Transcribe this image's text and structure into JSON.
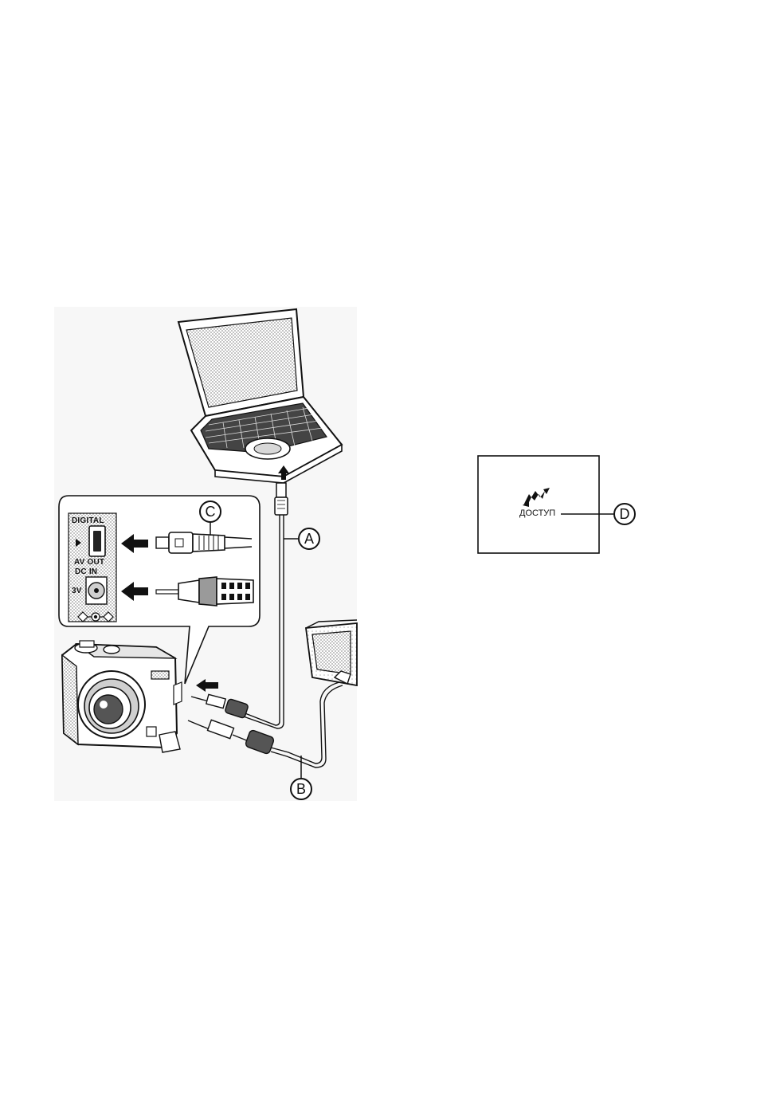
{
  "callouts": {
    "a": "A",
    "b": "B",
    "c": "C",
    "d": "D"
  },
  "camera_panel": {
    "digital_label": "DIGITAL",
    "av_out_label": "AV OUT",
    "dc_in_label": "DC IN",
    "voltage_label": "3V"
  },
  "camera_screen": {
    "access_label": "ДОСТУП",
    "icon": "access-icon"
  },
  "colors": {
    "ink": "#111111",
    "halftone": "#bdbdbd",
    "background": "#ffffff"
  }
}
